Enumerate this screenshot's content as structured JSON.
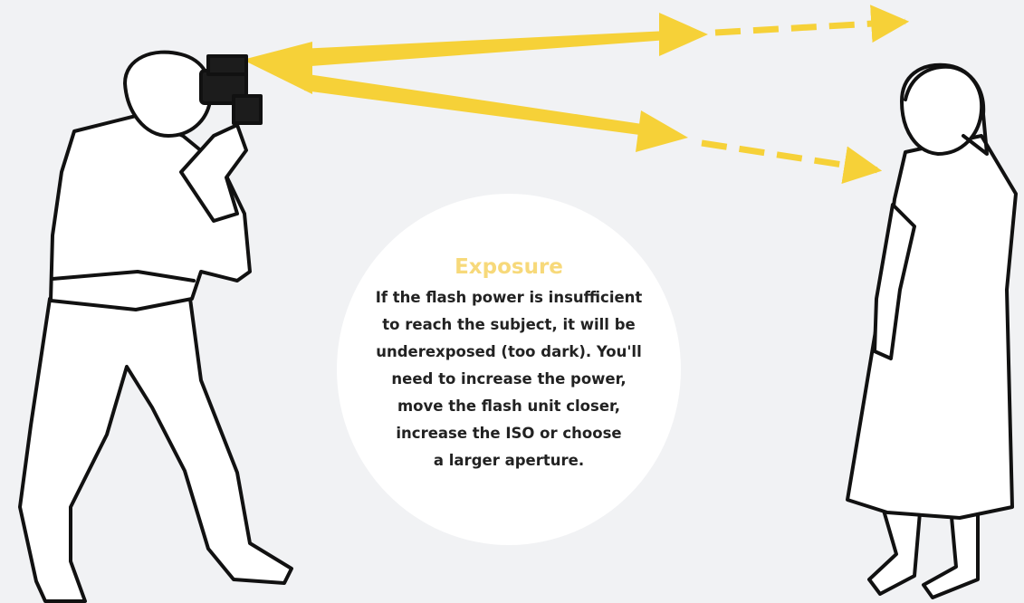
{
  "colors": {
    "background": "#f1f2f4",
    "flash_light": "#f6d138",
    "callout_title": "#f7d97a",
    "outline": "#111111"
  },
  "callout": {
    "title": "Exposure",
    "lines": [
      "If the flash power is insufficient",
      "to reach the subject, it will be",
      "underexposed (too dark). You'll",
      "need to increase the power,",
      "move the flash unit closer,",
      "increase the ISO or choose",
      "a larger aperture."
    ]
  }
}
